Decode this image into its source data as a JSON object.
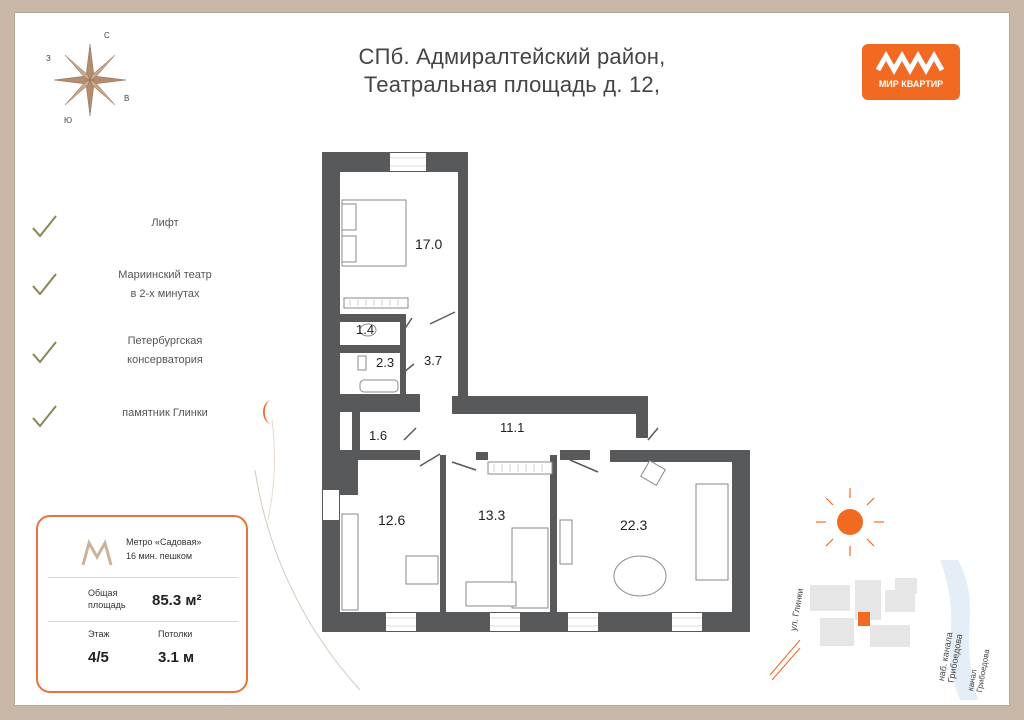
{
  "header": {
    "line1": "СПб. Адмиралтейский район,",
    "line2": "Театральная площадь д. 12,"
  },
  "logo": {
    "mark": "ʌʌʌʌ",
    "name": "МИР КВАРТИР",
    "color": "#f26a21"
  },
  "compass": {
    "north": "С",
    "west": "З",
    "east": "В",
    "south": "Ю"
  },
  "features": [
    {
      "label": "Лифт"
    },
    {
      "label": "Мариинский театр\nв 2-х минутах"
    },
    {
      "label": "Петербургская\nконсерватория"
    },
    {
      "label": "памятник Глинки"
    }
  ],
  "card": {
    "metro": "Метро «Садовая»",
    "walk": "16 мин. пешком",
    "area_label": "Общая\nплощадь",
    "area_value": "85.3 м²",
    "floor_label": "Этаж",
    "floor_value": "4/5",
    "ceiling_label": "Потолки",
    "ceiling_value": "3.1 м"
  },
  "rooms": [
    {
      "id": "bedroom",
      "area": "17.0"
    },
    {
      "id": "wc",
      "area": "1.4"
    },
    {
      "id": "bath",
      "area": "2.3"
    },
    {
      "id": "corridor",
      "area": "3.7"
    },
    {
      "id": "storage",
      "area": "1.6"
    },
    {
      "id": "hall",
      "area": "11.1"
    },
    {
      "id": "kitchen",
      "area": "12.6"
    },
    {
      "id": "room2",
      "area": "13.3"
    },
    {
      "id": "living",
      "area": "22.3"
    }
  ],
  "map": {
    "street1": "ул. Глинки",
    "street2": "наб. канала Грибоедова",
    "canal": "канал Грибоедова"
  },
  "colors": {
    "wall": "#58595b",
    "accent": "#f26a21",
    "furniture": "#8a8a8a"
  }
}
